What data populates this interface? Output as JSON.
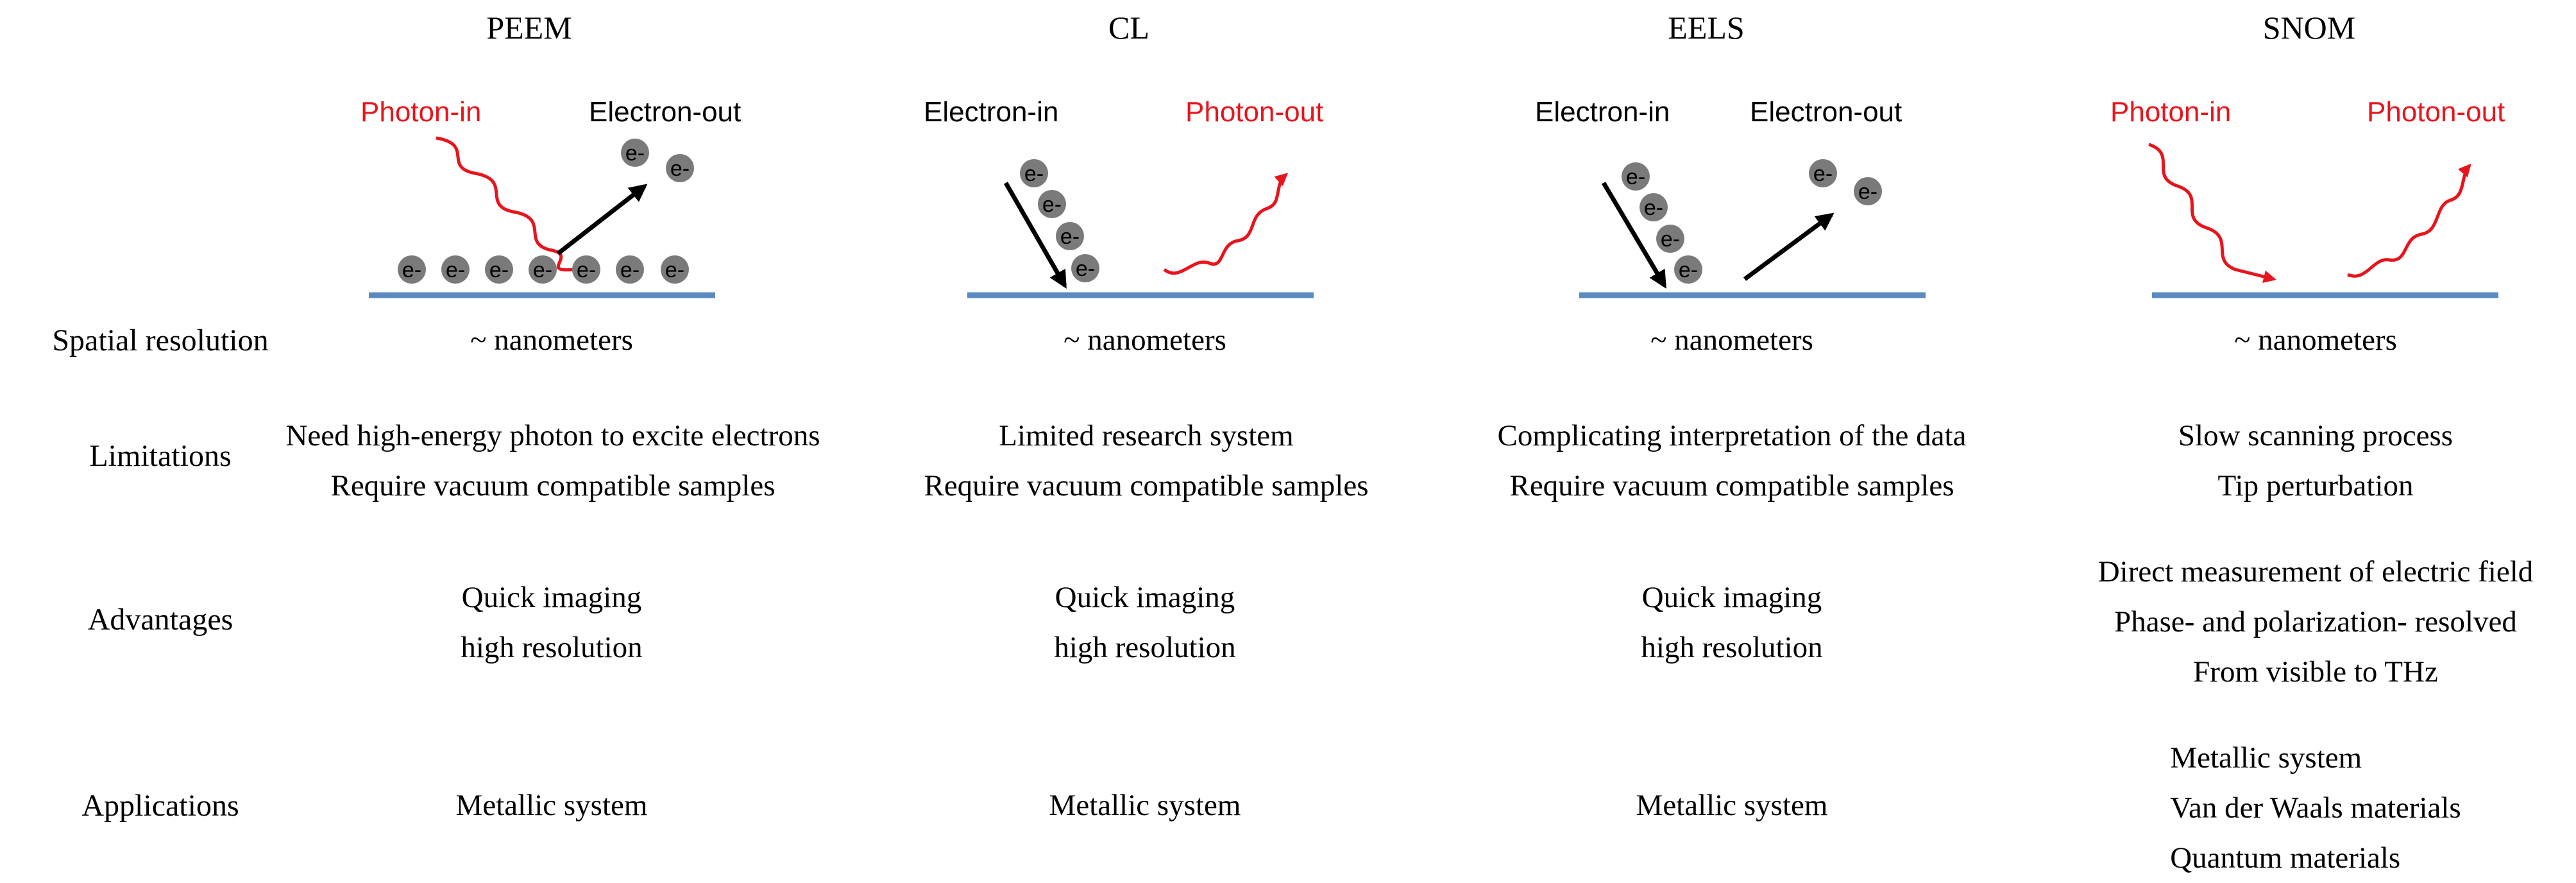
{
  "colors": {
    "photon": "#e8141c",
    "surface": "#5a8ac4",
    "electron": "#7a7a7a",
    "arrow": "#000000"
  },
  "columns": [
    {
      "id": "peem",
      "title": "PEEM",
      "in_label": "Photon-in",
      "out_label": "Electron-out",
      "in_color": "#e8141c",
      "out_color": "#000000",
      "spatial_resolution": "~ nanometers",
      "limitations": [
        "Need high-energy photon to excite electrons",
        "Require vacuum compatible samples"
      ],
      "advantages": [
        "Quick imaging",
        "high resolution"
      ],
      "applications": [
        "Metallic system"
      ]
    },
    {
      "id": "cl",
      "title": "CL",
      "in_label": "Electron-in",
      "out_label": "Photon-out",
      "in_color": "#000000",
      "out_color": "#e8141c",
      "spatial_resolution": "~ nanometers",
      "limitations": [
        "Limited research system",
        "Require vacuum compatible samples"
      ],
      "advantages": [
        "Quick imaging",
        "high resolution"
      ],
      "applications": [
        "Metallic system"
      ]
    },
    {
      "id": "eels",
      "title": "EELS",
      "in_label": "Electron-in",
      "out_label": "Electron-out",
      "in_color": "#000000",
      "out_color": "#000000",
      "spatial_resolution": "~ nanometers",
      "limitations": [
        "Complicating interpretation of the data",
        "Require vacuum compatible samples"
      ],
      "advantages": [
        "Quick imaging",
        "high resolution"
      ],
      "applications": [
        "Metallic system"
      ]
    },
    {
      "id": "snom",
      "title": "SNOM",
      "in_label": "Photon-in",
      "out_label": "Photon-out",
      "in_color": "#e8141c",
      "out_color": "#e8141c",
      "spatial_resolution": "~ nanometers",
      "limitations": [
        "Slow scanning process",
        "Tip perturbation"
      ],
      "advantages": [
        "Direct measurement of electric field",
        "Phase- and polarization- resolved",
        "From visible to THz"
      ],
      "applications": [
        "Metallic system",
        "Van der Waals materials",
        "Quantum materials"
      ]
    }
  ],
  "row_labels": {
    "spatial_resolution": "Spatial resolution",
    "limitations": "Limitations",
    "advantages": "Advantages",
    "applications": "Applications"
  },
  "electron_symbol": "e-"
}
